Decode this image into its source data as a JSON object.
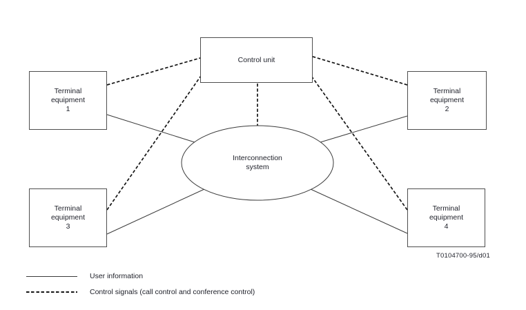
{
  "nodes": {
    "control_unit": {
      "label": "Control unit"
    },
    "interconnection_system": {
      "label": "Interconnection\nsystem"
    },
    "terminal_1": {
      "label": "Terminal\nequipment\n1"
    },
    "terminal_2": {
      "label": "Terminal\nequipment\n2"
    },
    "terminal_3": {
      "label": "Terminal\nequipment\n3"
    },
    "terminal_4": {
      "label": "Terminal\nequipment\n4"
    }
  },
  "edges": [
    {
      "from": "terminal_1",
      "to": "interconnection_system",
      "type": "user-information",
      "style": "solid"
    },
    {
      "from": "terminal_2",
      "to": "interconnection_system",
      "type": "user-information",
      "style": "solid"
    },
    {
      "from": "terminal_3",
      "to": "interconnection_system",
      "type": "user-information",
      "style": "solid"
    },
    {
      "from": "terminal_4",
      "to": "interconnection_system",
      "type": "user-information",
      "style": "solid"
    },
    {
      "from": "terminal_1",
      "to": "control_unit",
      "type": "control-signals",
      "style": "dashed"
    },
    {
      "from": "terminal_2",
      "to": "control_unit",
      "type": "control-signals",
      "style": "dashed"
    },
    {
      "from": "terminal_3",
      "to": "control_unit",
      "type": "control-signals",
      "style": "dashed"
    },
    {
      "from": "terminal_4",
      "to": "control_unit",
      "type": "control-signals",
      "style": "dashed"
    },
    {
      "from": "control_unit",
      "to": "interconnection_system",
      "type": "control-signals",
      "style": "dashed"
    }
  ],
  "legend": {
    "solid_label": "User information",
    "dashed_label": "Control signals (call control and conference control)"
  },
  "figure_id": "T0104700-95/d01",
  "colors": {
    "background": "#ffffff",
    "solid_line": "#3a3a3a",
    "dashed_line": "#141414",
    "box_border": "#4d4d4d",
    "text": "#20222b"
  }
}
